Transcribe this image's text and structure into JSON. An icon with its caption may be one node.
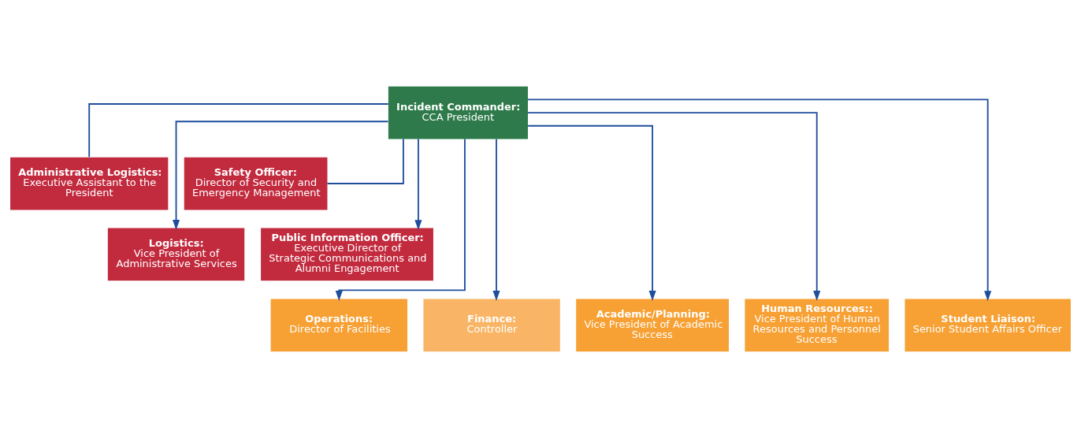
{
  "diagram": {
    "nodes": [
      {
        "text": [
          "Incident Commander:",
          "CCA President"
        ]
      },
      {
        "text": [
          "Administrative Logistics:",
          "Executive Assistant to the President"
        ]
      },
      {
        "text": [
          "Safety Officer:",
          "Director of Security and Emergency Management"
        ]
      },
      {
        "text": [
          "Logistics:",
          "Vice President of Administrative Services"
        ]
      },
      {
        "text": [
          "Public Information Officer:",
          "Executive Director of Strategic Communications and Alumni Engagement"
        ]
      },
      {
        "text": [
          "Operations:",
          "Director of Facilities"
        ]
      },
      {
        "text": [
          "Finance:",
          "Controller"
        ]
      },
      {
        "text": [
          "Academic/Planning:",
          "Vice President of Academic Success"
        ]
      },
      {
        "text": [
          "Human Resources::",
          "Vice President of Human Resources and Personnel Success"
        ]
      },
      {
        "text": [
          "Student Liaison:",
          "Senior Student Affairs Officer"
        ]
      }
    ],
    "edges": [
      {
        "from": 0,
        "to": 1,
        "arrow": "none"
      },
      {
        "from": 0,
        "to": 2,
        "arrow": "none"
      },
      {
        "from": 0,
        "to": 3,
        "arrow": "to"
      },
      {
        "from": 0,
        "to": 4,
        "arrow": "to"
      },
      {
        "from": 0,
        "to": 5,
        "arrow": "to"
      },
      {
        "from": 0,
        "to": 6,
        "arrow": "to"
      },
      {
        "from": 0,
        "to": 7,
        "arrow": "to"
      },
      {
        "from": 0,
        "to": 8,
        "arrow": "to"
      },
      {
        "from": 0,
        "to": 9,
        "arrow": "to"
      }
    ]
  }
}
